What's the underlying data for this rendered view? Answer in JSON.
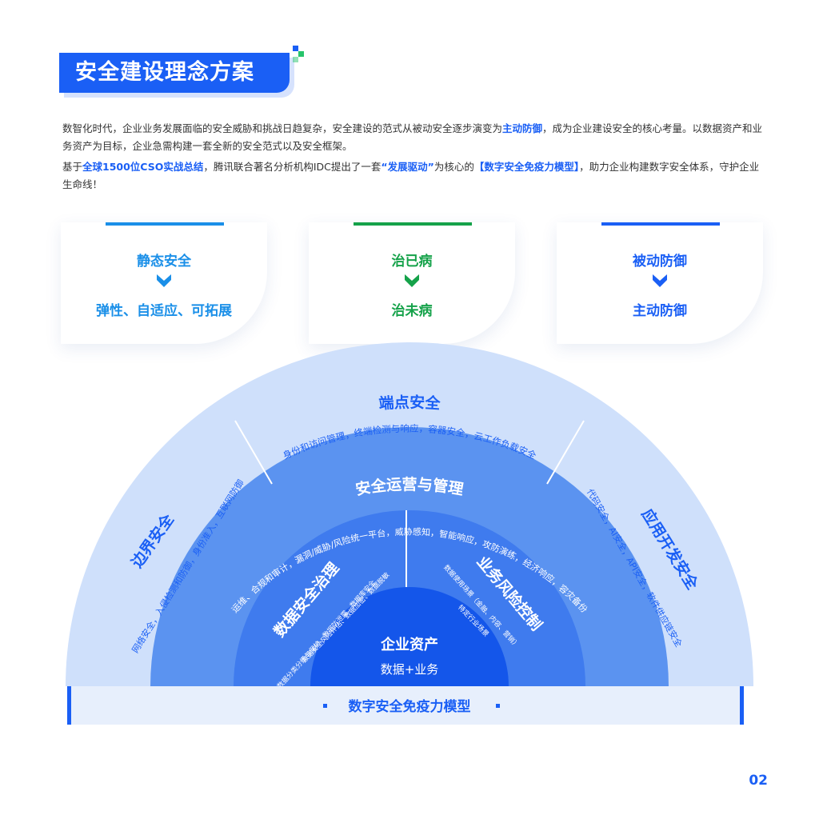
{
  "title": "安全建设理念方案",
  "intro": {
    "p1": "数智化时代，企业业务发展面临的安全威胁和挑战日趋复杂，安全建设的范式从被动安全逐步演变为",
    "p1_hl": "主动防御",
    "p1_tail": "，成为企业建设安全的核心考量。以数据资产和业务资产为目标，企业急需构建一套全新的安全范式以及安全框架。",
    "p2_a": "基于",
    "p2_hl1": "全球1500位CSO实战总结",
    "p2_b": "，腾讯联合著名分析机构IDC提出了一套",
    "p2_hl2": "“发展驱动”",
    "p2_c": "为核心的",
    "p2_hl3": "【数字安全免疫力模型】",
    "p2_d": "，助力企业构建数字安全体系，守护企业生命线！"
  },
  "cards": [
    {
      "from": "静态安全",
      "to": "弹性、自适应、可拓展",
      "color": "#1a8fe8",
      "arrow": "down-arrow"
    },
    {
      "from": "治已病",
      "to": "治未病",
      "color": "#15a24a",
      "arrow": "down-arrow"
    },
    {
      "from": "被动防御",
      "to": "主动防御",
      "color": "#1a5ff5",
      "arrow": "down-arrow"
    }
  ],
  "diagram": {
    "outer": {
      "left": {
        "title": "边界安全",
        "desc": "网络安全，入侵检测和防御，身份准入，互联网防御"
      },
      "top": {
        "title": "端点安全",
        "desc": "身份和访问管理，终端检测与响应，容器安全，云工作负载安全"
      },
      "right": {
        "title": "应用开发安全",
        "desc": "代码安全，AI安全，API安全，软件供应链安全"
      }
    },
    "middle": {
      "title": "安全运营与管理",
      "desc": "运维、合规和审计，漏洞/威胁/风险统一平台，威胁感知，智能响应，攻防演练，经济响应，容灾备份"
    },
    "inner": {
      "left": {
        "title": "数据安全治理",
        "desc1": "数据安全风险评估、数据加密、数据脱敏",
        "desc2": "数据分类分级与保护、数据防泄露、数据库安全"
      },
      "right": {
        "title": "业务风险控制",
        "desc1": "数据使用场景（金融、内容、营销）",
        "desc2": "特定行业场景"
      }
    },
    "core": {
      "title": "企业资产",
      "subtitle": "数据+业务"
    },
    "base_label": "数字安全免疫力模型",
    "colors": {
      "outer": "#cfe0fb",
      "middle": "#5b93f0",
      "inner": "#3f7bee",
      "core": "#1456ea",
      "base": "#e7effc",
      "accent": "#1a5ff5"
    }
  },
  "page_number": "02"
}
